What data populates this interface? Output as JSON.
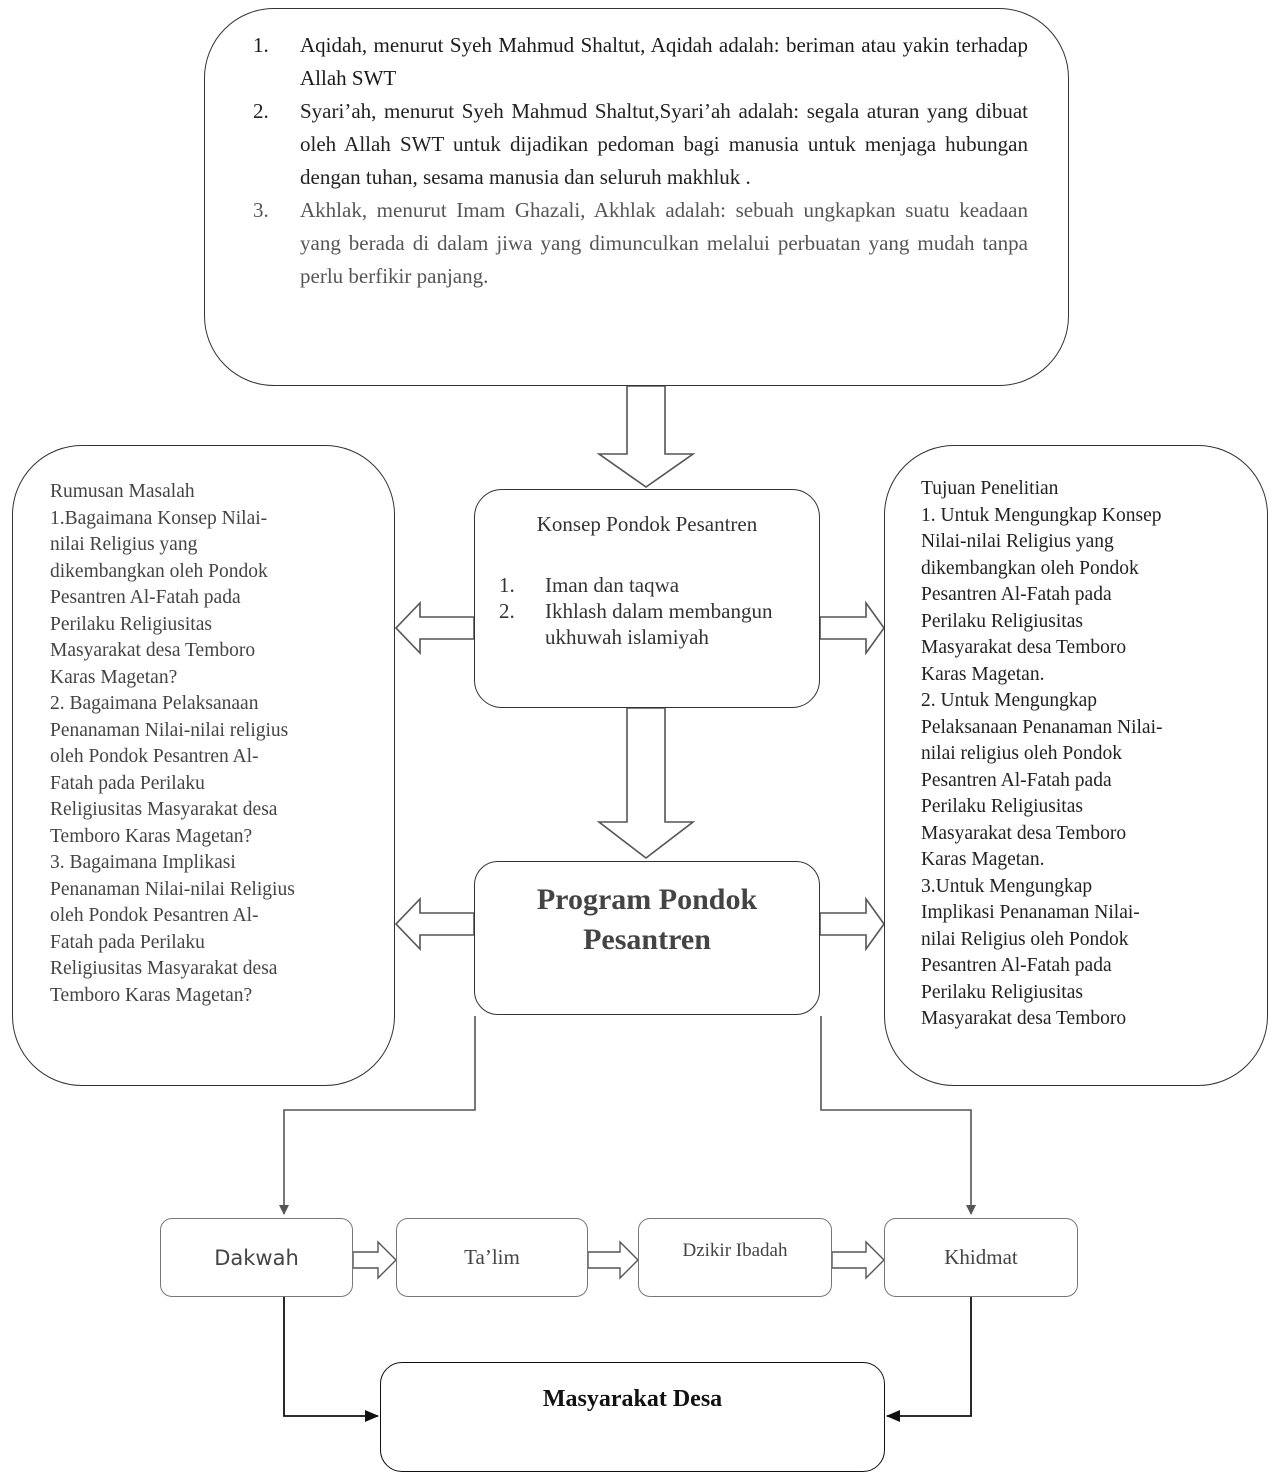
{
  "top_concepts": {
    "items": [
      {
        "number": "1.",
        "text": "Aqidah, menurut Syeh Mahmud Shaltut, Aqidah adalah: beriman atau yakin terhadap Allah SWT"
      },
      {
        "number": "2.",
        "text": "Syari’ah, menurut Syeh Mahmud Shaltut,Syari’ah adalah: segala aturan yang dibuat oleh Allah SWT untuk dijadikan pedoman bagi manusia untuk menjaga hubungan dengan tuhan, sesama manusia dan seluruh makhluk ."
      },
      {
        "number": "3.",
        "text": "Akhlak, menurut Imam Ghazali, Akhlak adalah: sebuah ungkapkan suatu keadaan yang berada di dalam jiwa yang dimunculkan melalui perbuatan yang mudah tanpa perlu berfikir panjang."
      }
    ]
  },
  "rumusan_masalah": {
    "text": "Rumusan Masalah\n1.Bagaimana Konsep Nilai-\nnilai Religius yang\ndikembangkan oleh Pondok\nPesantren Al-Fatah pada\nPerilaku Religiusitas\nMasyarakat desa Temboro\nKaras Magetan?\n2. Bagaimana Pelaksanaan\nPenanaman Nilai-nilai religius\noleh Pondok Pesantren Al-\nFatah pada Perilaku\nReligiusitas Masyarakat desa\nTemboro Karas Magetan?\n3. Bagaimana Implikasi\nPenanaman Nilai-nilai Religius\noleh Pondok Pesantren Al-\nFatah pada Perilaku\nReligiusitas Masyarakat desa\nTemboro Karas Magetan?"
  },
  "tujuan_penelitian": {
    "text": "Tujuan Penelitian\n1. Untuk Mengungkap Konsep\nNilai-nilai Religius yang\ndikembangkan oleh Pondok\nPesantren Al-Fatah pada\nPerilaku Religiusitas\nMasyarakat desa Temboro\nKaras Magetan.\n2. Untuk Mengungkap\nPelaksanaan Penanaman Nilai-\nnilai religius oleh Pondok\nPesantren Al-Fatah pada\nPerilaku Religiusitas\nMasyarakat desa Temboro\nKaras Magetan.\n3.Untuk Mengungkap\nImplikasi Penanaman Nilai-\nnilai Religius oleh Pondok\nPesantren Al-Fatah pada\nPerilaku Religiusitas\nMasyarakat desa Temboro"
  },
  "konsep": {
    "title": "Konsep Pondok Pesantren",
    "items": [
      {
        "number": "1.",
        "text": "Iman dan taqwa"
      },
      {
        "number": "2.",
        "text": "Ikhlash dalam membangun ukhuwah islamiyah"
      }
    ]
  },
  "program": {
    "title": "Program Pondok Pesantren"
  },
  "activities": {
    "dakwah": "Dakwah",
    "talim": "Ta’lim",
    "dzikir": "Dzikir Ibadah",
    "khidmat": "Khidmat"
  },
  "masyarakat": {
    "title": "Masyarakat Desa"
  }
}
